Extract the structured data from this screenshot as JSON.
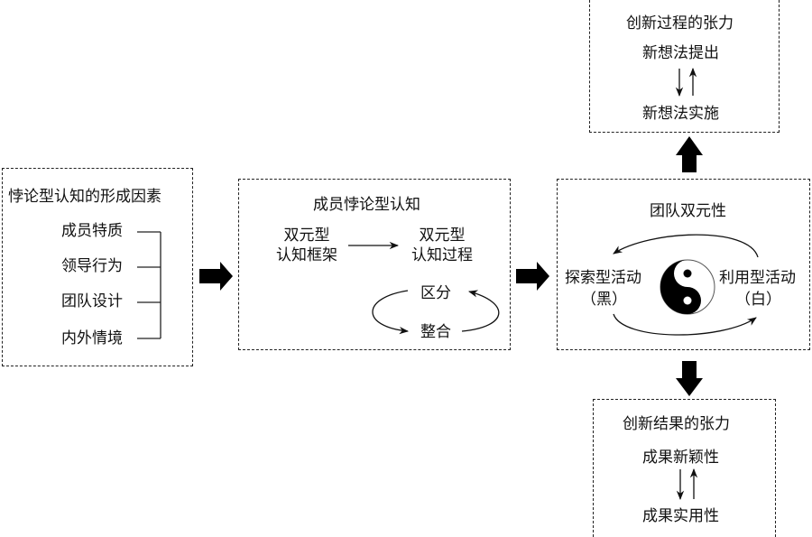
{
  "factors_box": {
    "title": "悖论型认知的形成因素",
    "items": [
      "成员特质",
      "领导行为",
      "团队设计",
      "内外情境"
    ]
  },
  "cognition_box": {
    "title": "成员悖论型认知",
    "framework_line1": "双元型",
    "framework_line2": "认知框架",
    "process_line1": "双元型",
    "process_line2": "认知过程",
    "differentiate": "区分",
    "integrate": "整合"
  },
  "duality_box": {
    "title": "团队双元性",
    "exploration_label": "探索型活动",
    "exploration_color": "（黑）",
    "exploitation_label": "利用型活动",
    "exploitation_color": "（白）"
  },
  "process_tension_box": {
    "title": "创新过程的张力",
    "top": "新想法提出",
    "bottom": "新想法实施"
  },
  "outcome_tension_box": {
    "title": "创新结果的张力",
    "top": "成果新颖性",
    "bottom": "成果实用性"
  }
}
